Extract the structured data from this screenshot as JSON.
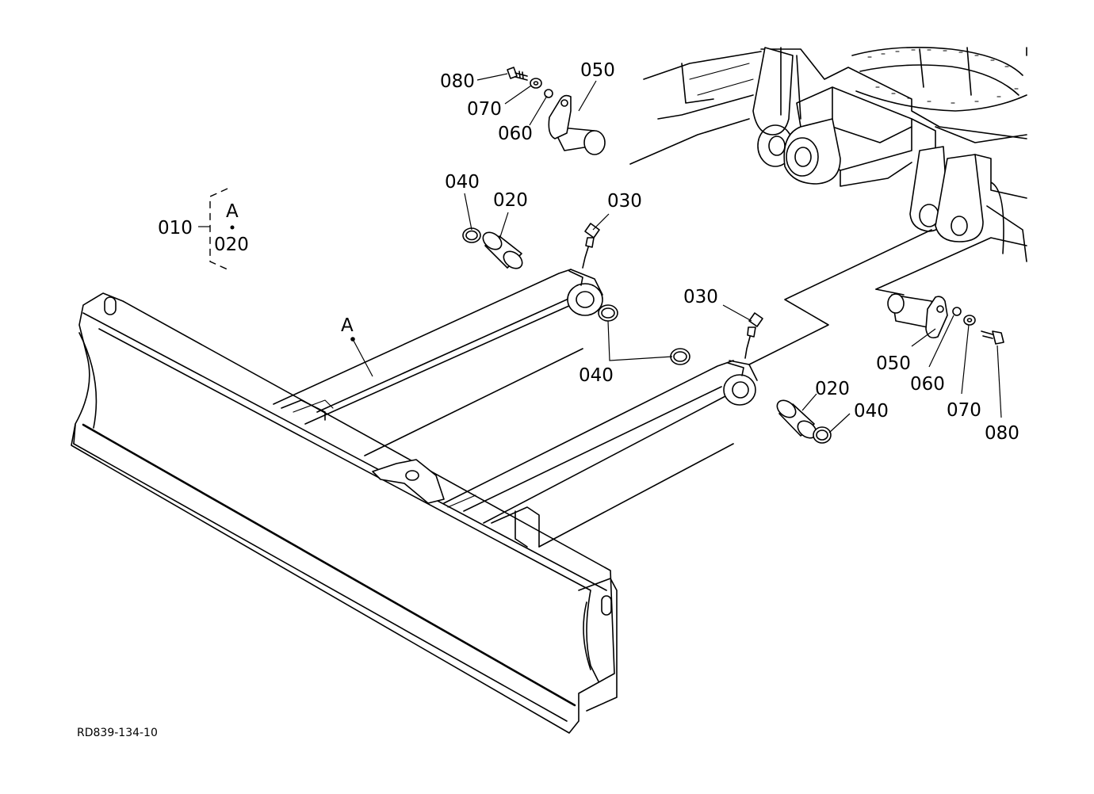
{
  "callouts": {
    "c010": "010",
    "c020_group": "020",
    "cA_group": "A",
    "cA_body": "A",
    "c080_top": "080",
    "c070_top": "070",
    "c060_top": "060",
    "c050_top": "050",
    "c040_top": "040",
    "c020_top": "020",
    "c030_left": "030",
    "c030_right": "030",
    "c040_mid": "040",
    "c050_right": "050",
    "c060_right": "060",
    "c070_right": "070",
    "c080_right": "080",
    "c020_right": "020",
    "c040_right": "040"
  },
  "drawing_ref": "RD839-134-10"
}
